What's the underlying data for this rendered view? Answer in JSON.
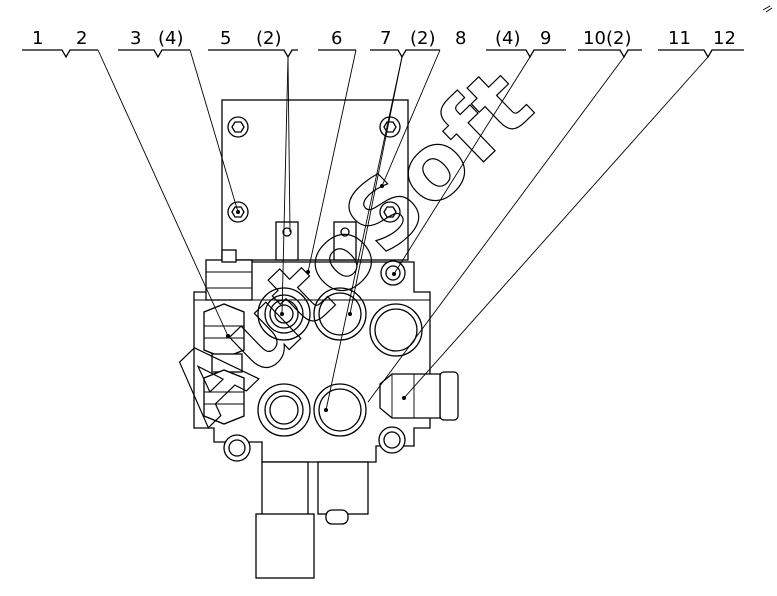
{
  "labels": [
    "1",
    "2",
    "3",
    "(4)",
    "5",
    "(2)",
    "6",
    "7",
    "(2)",
    "8",
    "(4)",
    "9",
    "10",
    "(2)",
    "11",
    "12"
  ],
  "watermark": "AutoSoft"
}
